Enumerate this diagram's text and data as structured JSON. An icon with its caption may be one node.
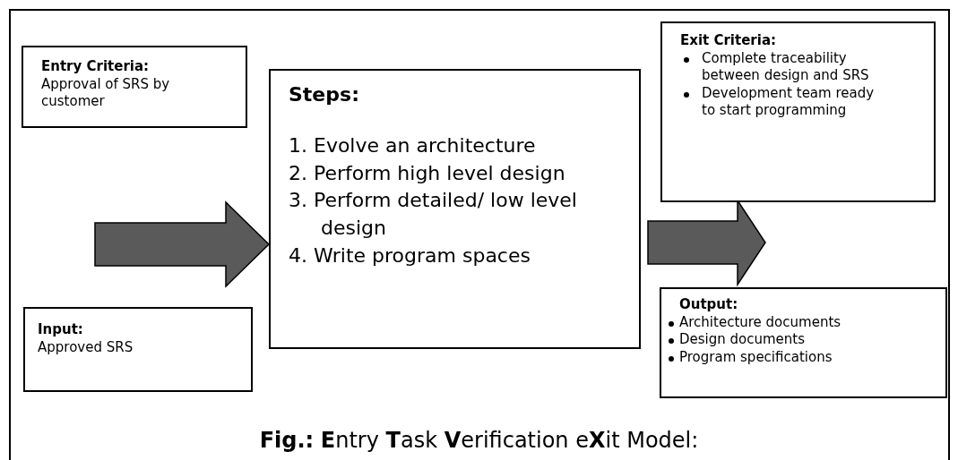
{
  "diagram": {
    "caption": "**Fig.:** **E**ntry **T**ask **V**erification e**X**it Model:",
    "nodes": [
      {
        "text": [
          "Entry Criteria:",
          "Approval of SRS by customer"
        ]
      },
      {
        "text": [
          "Steps:",
          "1. Evolve an architecture",
          "2. Perform high level design",
          "3. Perform detailed/ low level design",
          "4. Write program spaces"
        ]
      },
      {
        "text": [
          "Exit Criteria:",
          "Complete traceability between design and SRS",
          "Development team ready to start programming"
        ]
      },
      {
        "text": [
          "Input:",
          "Approved SRS"
        ]
      },
      {
        "text": [
          "Output:",
          "Architecture documents",
          "Design documents",
          "Program specifications"
        ]
      }
    ],
    "edges": [
      {
        "from": null,
        "to": 1,
        "arrow": "to",
        "style": "thick"
      },
      {
        "from": 1,
        "to": null,
        "arrow": "to",
        "style": "thick"
      }
    ]
  }
}
